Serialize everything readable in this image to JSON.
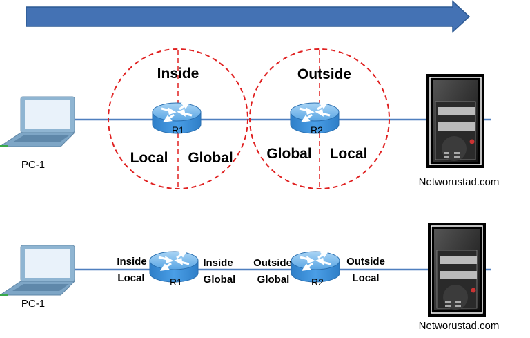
{
  "colors": {
    "arrow": "#4472b4",
    "link": "#4f7fbf",
    "zone_border": "#e02020",
    "router": "#3d8fd6"
  },
  "top": {
    "pc_label": "PC-1",
    "server_label": "Networustad.com",
    "r1": {
      "name": "R1",
      "zone": "Inside",
      "left": "Local",
      "right": "Global"
    },
    "r2": {
      "name": "R2",
      "zone": "Outside",
      "left": "Global",
      "right": "Local"
    }
  },
  "bottom": {
    "pc_label": "PC-1",
    "server_label": "Networustad.com",
    "r1": {
      "name": "R1",
      "left_1": "Inside",
      "left_2": "Local",
      "right_1": "Inside",
      "right_2": "Global"
    },
    "r2": {
      "name": "R2",
      "left_1": "Outside",
      "left_2": "Global",
      "right_1": "Outside",
      "right_2": "Local"
    }
  }
}
